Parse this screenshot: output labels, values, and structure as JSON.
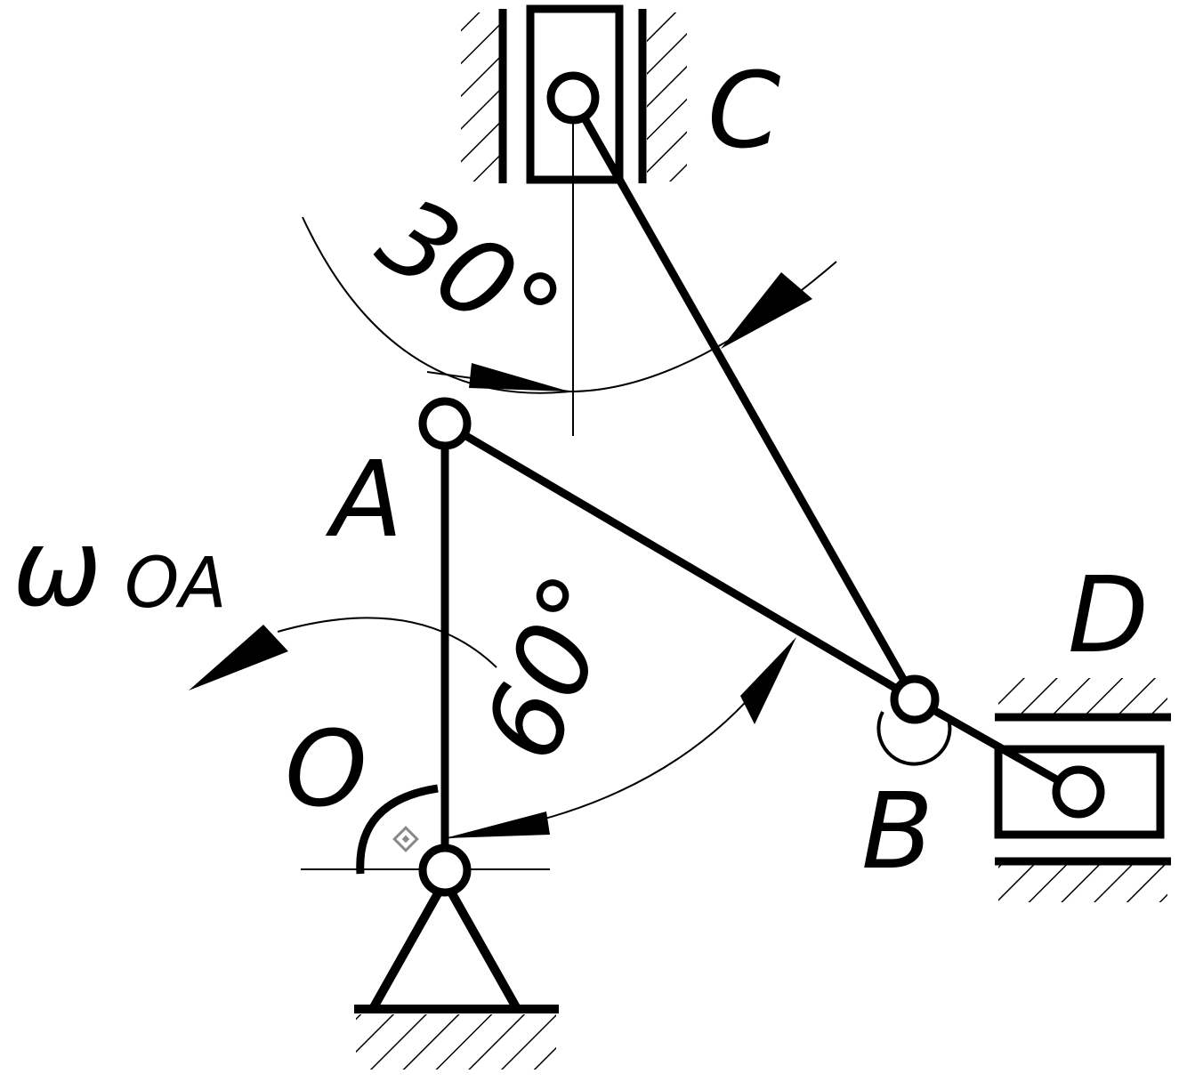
{
  "labels": {
    "point_c": "C",
    "point_a": "A",
    "point_o": "O",
    "point_b": "B",
    "point_d": "D",
    "omega_symbol": "ω",
    "omega_subscript": "OA",
    "angle_30": "30°",
    "angle_60": "60°"
  },
  "colors": {
    "ink": "#000000",
    "background": "#ffffff"
  }
}
